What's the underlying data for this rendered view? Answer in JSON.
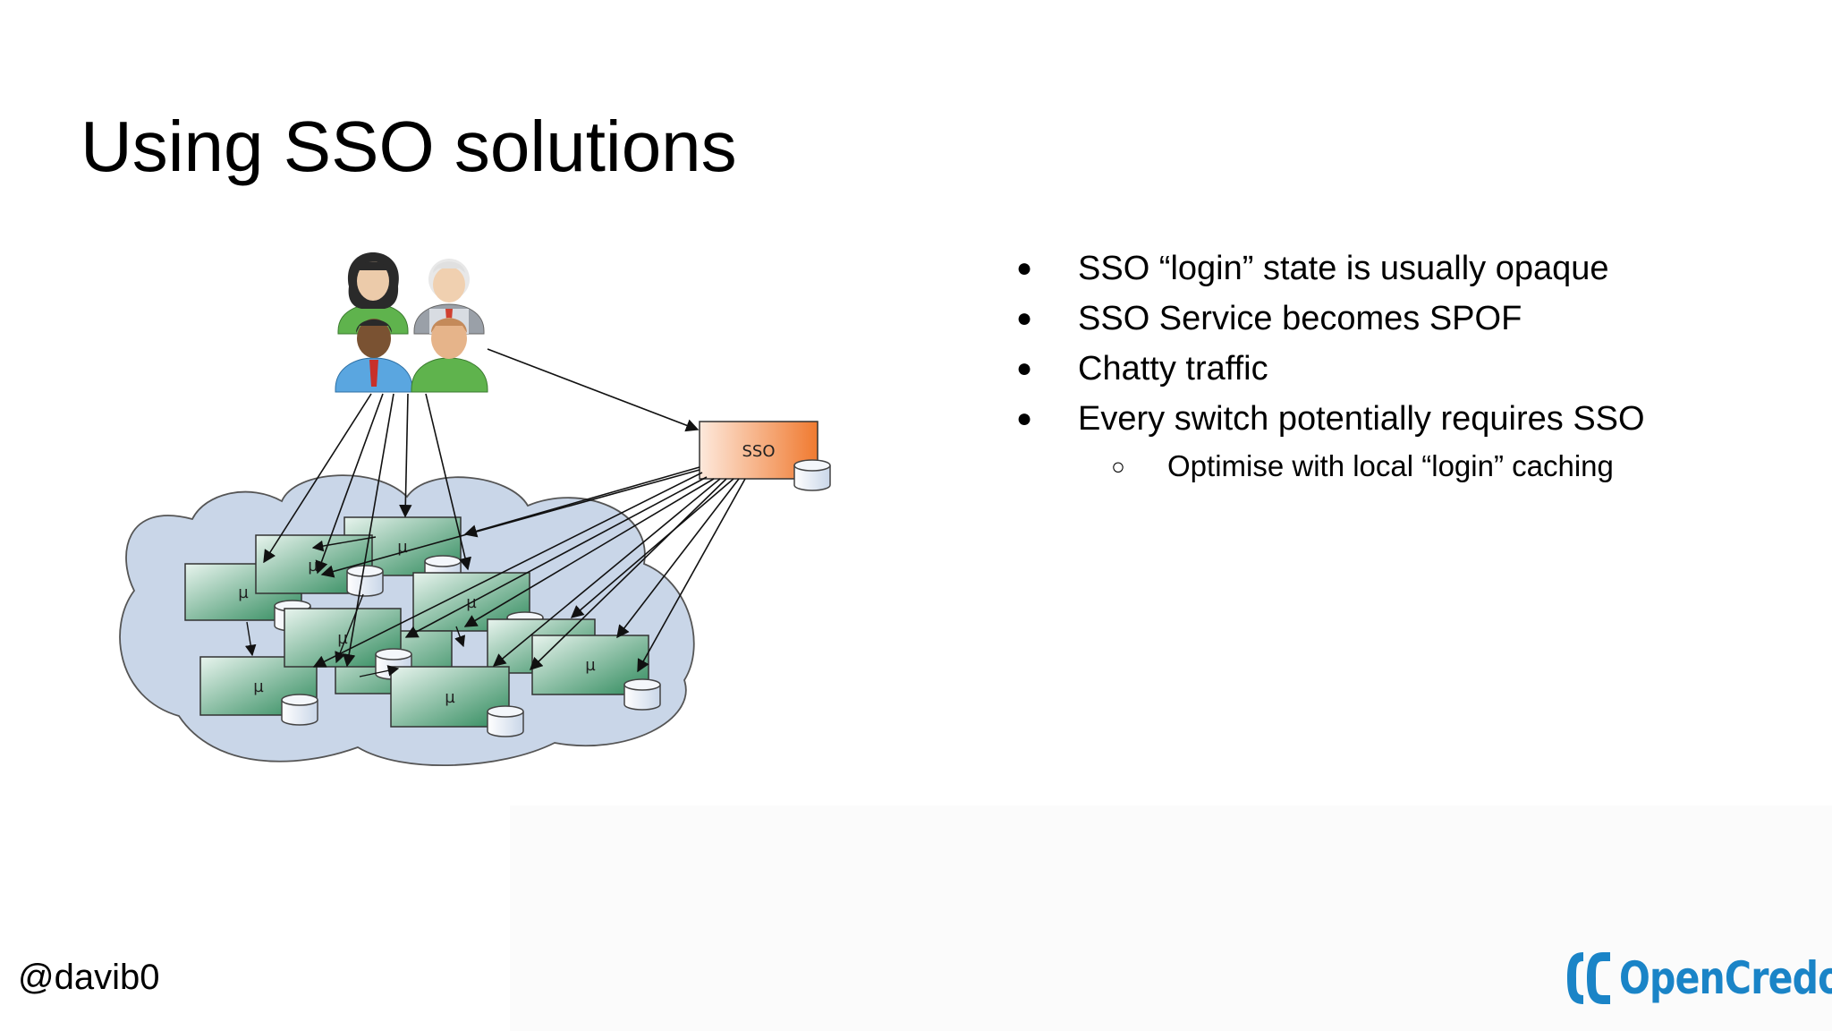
{
  "slide": {
    "title": "Using SSO solutions",
    "handle": "@davib0",
    "logo_text": "OpenCredo"
  },
  "bullets": [
    {
      "text": "SSO “login” state is usually opaque"
    },
    {
      "text": "SSO Service becomes SPOF"
    },
    {
      "text": "Chatty traffic"
    },
    {
      "text": "Every switch potentially requires SSO"
    }
  ],
  "sub_bullets": [
    {
      "text": "Optimise with local “login” caching"
    }
  ],
  "diagram": {
    "sso_label": "SSO",
    "service_label": "µ",
    "users": [
      "user-woman-icon",
      "user-older-man-icon",
      "user-man-tie-icon",
      "user-man-icon"
    ],
    "colors": {
      "cloud": "#c9d6e8",
      "service_dark": "#2f8a5c",
      "service_light": "#e8f4ee",
      "sso_dark": "#f07a30",
      "sso_light": "#fde9dc",
      "logo": "#1a84c7"
    }
  }
}
